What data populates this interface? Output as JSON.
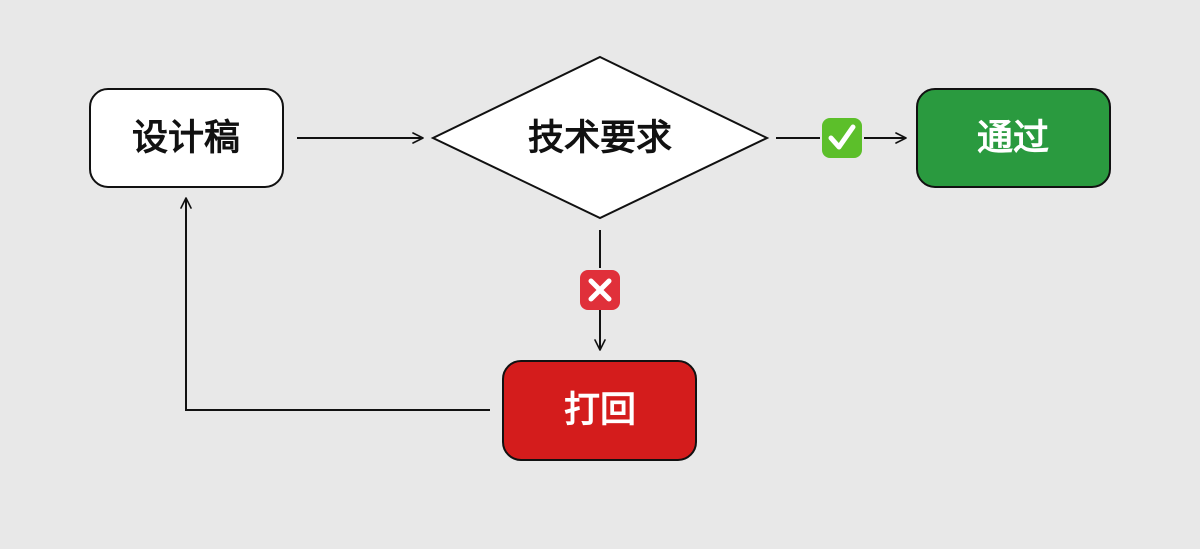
{
  "nodes": {
    "design_draft": {
      "label": "设计稿",
      "fill": "#ffffff",
      "text_color": "#111111"
    },
    "tech_requirements": {
      "label": "技术要求",
      "fill": "#ffffff",
      "text_color": "#111111"
    },
    "pass": {
      "label": "通过",
      "fill": "#2a9a3f",
      "text_color": "#ffffff"
    },
    "reject": {
      "label": "打回",
      "fill": "#d41c1c",
      "text_color": "#ffffff"
    }
  },
  "icons": {
    "pass_marker": "check-mark-icon",
    "reject_marker": "cross-mark-icon"
  },
  "colors": {
    "background": "#e8e8e8",
    "stroke": "#111111",
    "check_green": "#5cbf2a",
    "cross_red": "#e0303a"
  }
}
